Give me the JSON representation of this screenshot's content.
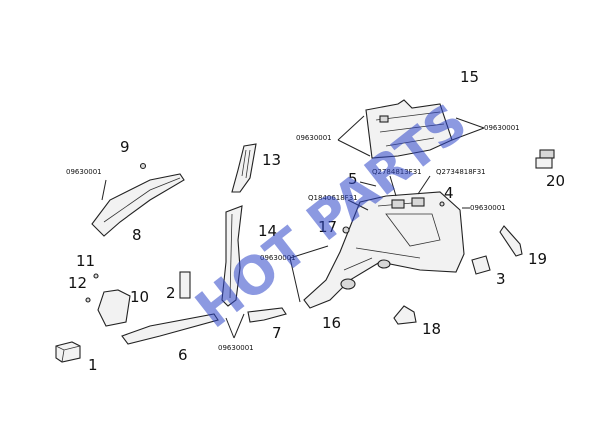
{
  "watermark": "HOT PARTS",
  "colors": {
    "line": "#222222",
    "watermark": "#2d46c8",
    "background": "#ffffff"
  },
  "callouts": {
    "n1": "1",
    "n2": "2",
    "n3": "3",
    "n4": "4",
    "n5": "5",
    "n6": "6",
    "n7": "7",
    "n8": "8",
    "n9": "9",
    "n10": "10",
    "n11": "11",
    "n12": "12",
    "n13": "13",
    "n14": "14",
    "n15": "15",
    "n16": "16",
    "n17": "17",
    "n18": "18",
    "n19": "19",
    "n20": "20"
  },
  "codes": {
    "c_left": "09630001",
    "c_top_left": "09630001",
    "c_top_right": "09630001",
    "c_mid": "09630001",
    "c_bottom": "09630001",
    "c_right": "09630001",
    "q1": "Q2784813F31",
    "q2": "Q2734818F31",
    "q3": "Q1840618F31"
  }
}
